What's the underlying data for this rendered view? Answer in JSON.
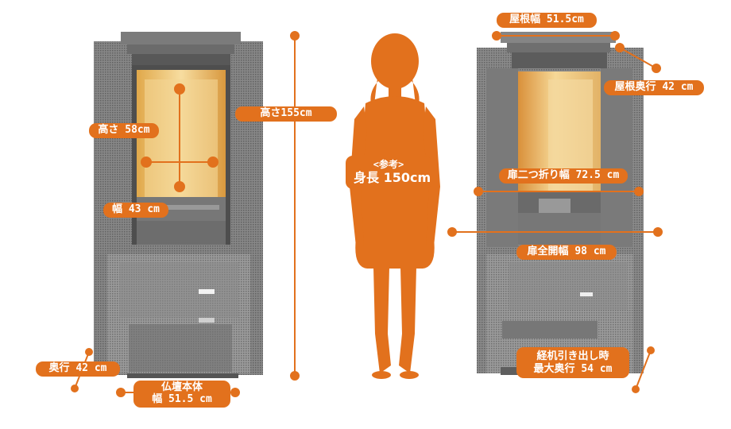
{
  "colors": {
    "accent": "#e2711d",
    "cabinet": "#8d8d8d",
    "cabinet_dark": "#5a5a5a",
    "interior": "#f2c777"
  },
  "left": {
    "height_inner": "高さ 58cm",
    "width_inner": "幅 43 cm",
    "height_total": "高さ155cm",
    "depth": "奥行 42 cm",
    "body_label": "仏壇本体",
    "body_width": "幅 51.5 cm"
  },
  "reference": {
    "title": "<参考>",
    "height": "身長 150cm"
  },
  "right": {
    "roof_width": "屋根幅 51.5cm",
    "roof_depth": "屋根奥行 42 cm",
    "door_fold_width": "扉二つ折り幅 72.5 cm",
    "door_open_width": "扉全開幅 98 cm",
    "drawer_line1": "経机引き出し時",
    "drawer_line2": "最大奥行 54 cm"
  }
}
